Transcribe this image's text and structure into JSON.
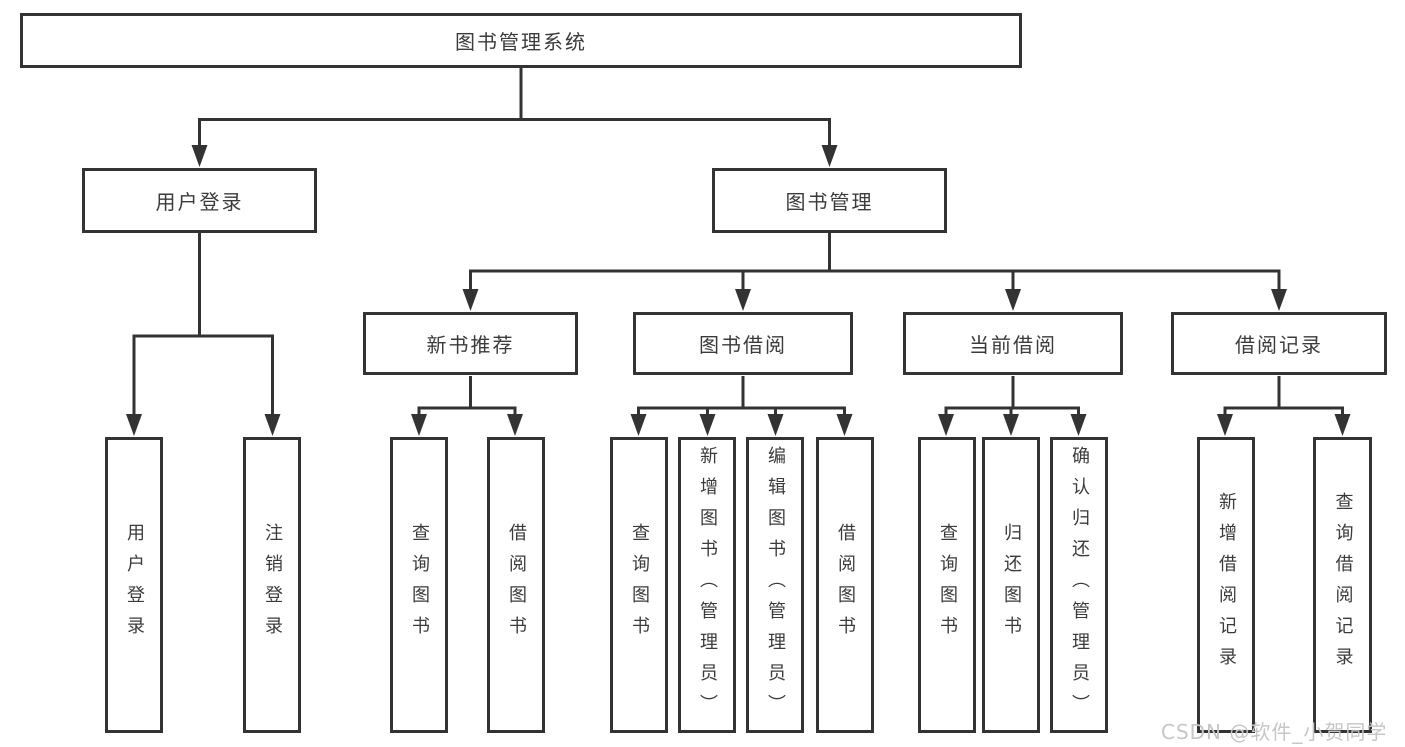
{
  "diagram": {
    "root": {
      "id": "library-management-system",
      "label": "图书管理系统"
    },
    "level2": [
      {
        "id": "user-login",
        "label": "用户登录",
        "parent": "library-management-system"
      },
      {
        "id": "book-management",
        "label": "图书管理",
        "parent": "library-management-system"
      }
    ],
    "level3": [
      {
        "id": "new-book-recommend",
        "label": "新书推荐",
        "parent": "book-management"
      },
      {
        "id": "book-borrow",
        "label": "图书借阅",
        "parent": "book-management"
      },
      {
        "id": "current-borrow",
        "label": "当前借阅",
        "parent": "book-management"
      },
      {
        "id": "borrow-records",
        "label": "借阅记录",
        "parent": "book-management"
      }
    ],
    "leaves": [
      {
        "id": "user-login-leaf",
        "label": "用户登录",
        "parent": "user-login"
      },
      {
        "id": "logout",
        "label": "注销登录",
        "parent": "user-login"
      },
      {
        "id": "query-books-1",
        "label": "查询图书",
        "parent": "new-book-recommend"
      },
      {
        "id": "borrow-books-1",
        "label": "借阅图书",
        "parent": "new-book-recommend"
      },
      {
        "id": "query-books-2",
        "label": "查询图书",
        "parent": "book-borrow"
      },
      {
        "id": "add-book-admin",
        "label": "新增图书（管理员）",
        "parent": "book-borrow"
      },
      {
        "id": "edit-book-admin",
        "label": "编辑图书（管理员）",
        "parent": "book-borrow"
      },
      {
        "id": "borrow-books-2",
        "label": "借阅图书",
        "parent": "book-borrow"
      },
      {
        "id": "query-books-3",
        "label": "查询图书",
        "parent": "current-borrow"
      },
      {
        "id": "return-books",
        "label": "归还图书",
        "parent": "current-borrow"
      },
      {
        "id": "confirm-return-admin",
        "label": "确认归还（管理员）",
        "parent": "current-borrow"
      },
      {
        "id": "add-borrow-record",
        "label": "新增借阅记录",
        "parent": "borrow-records"
      },
      {
        "id": "query-borrow-record",
        "label": "查询借阅记录",
        "parent": "borrow-records"
      }
    ]
  },
  "watermark": {
    "text": "CSDN @软件_小贺同学"
  },
  "colors": {
    "line": "#333333",
    "text": "#3b3b3b",
    "watermark": "#c6c6c6",
    "background": "#ffffff"
  }
}
